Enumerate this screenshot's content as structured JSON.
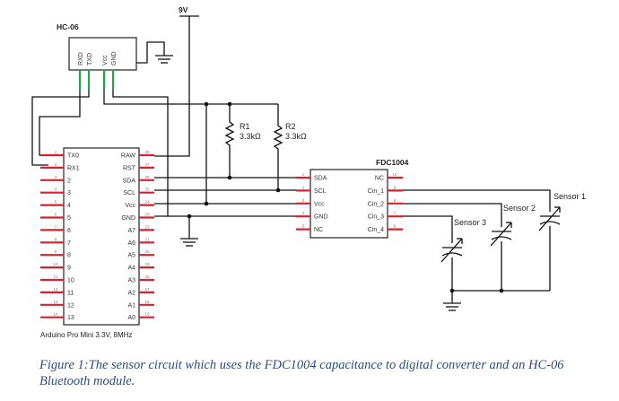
{
  "diagram": {
    "hc06": {
      "title": "HC-06",
      "pins": [
        "RXD",
        "TXD",
        "Vcc",
        "GND"
      ]
    },
    "supply_label": "9V",
    "resistors": [
      {
        "ref": "R1",
        "value": "3.3kΩ"
      },
      {
        "ref": "R2",
        "value": "3.3kΩ"
      }
    ],
    "arduino": {
      "caption": "Arduino Pro Mini 3.3V, 8MHz",
      "left_pins": [
        {
          "label": "TX0",
          "num": "1"
        },
        {
          "label": "RX1",
          "num": "2"
        },
        {
          "label": "2",
          "num": "3"
        },
        {
          "label": "3",
          "num": "4"
        },
        {
          "label": "4",
          "num": "5"
        },
        {
          "label": "5",
          "num": "6"
        },
        {
          "label": "6",
          "num": "7"
        },
        {
          "label": "7",
          "num": "8"
        },
        {
          "label": "8",
          "num": "9"
        },
        {
          "label": "9",
          "num": "10"
        },
        {
          "label": "10",
          "num": "11"
        },
        {
          "label": "11",
          "num": "12"
        },
        {
          "label": "12",
          "num": "13"
        },
        {
          "label": "13",
          "num": "14"
        }
      ],
      "right_pins": [
        {
          "label": "RAW",
          "num": "28"
        },
        {
          "label": "RST",
          "num": "27"
        },
        {
          "label": "SDA",
          "num": "26"
        },
        {
          "label": "SCL",
          "num": "25"
        },
        {
          "label": "Vcc",
          "num": "24"
        },
        {
          "label": "GND",
          "num": "23"
        },
        {
          "label": "A7",
          "num": "22"
        },
        {
          "label": "A6",
          "num": "21"
        },
        {
          "label": "A5",
          "num": "20"
        },
        {
          "label": "A4",
          "num": "19"
        },
        {
          "label": "A3",
          "num": "18"
        },
        {
          "label": "A2",
          "num": "17"
        },
        {
          "label": "A1",
          "num": "16"
        },
        {
          "label": "A0",
          "num": "15"
        }
      ]
    },
    "fdc": {
      "title": "FDC1004",
      "left_pins": [
        {
          "label": "SDA",
          "num": "1"
        },
        {
          "label": "SCL",
          "num": "2"
        },
        {
          "label": "Vcc",
          "num": "3"
        },
        {
          "label": "GND",
          "num": "4"
        },
        {
          "label": "NC",
          "num": "5"
        }
      ],
      "right_pins": [
        {
          "label": "NC",
          "num": "10"
        },
        {
          "label": "Cin_1",
          "num": "9"
        },
        {
          "label": "Cin_2",
          "num": "8"
        },
        {
          "label": "Cin_3",
          "num": "7"
        },
        {
          "label": "Cin_4",
          "num": "6"
        }
      ]
    },
    "sensors": [
      "Sensor 1",
      "Sensor 2",
      "Sensor 3"
    ]
  },
  "caption": "Figure 1:The sensor circuit which uses the FDC1004 capacitance to digital converter and an HC-06 Bluetooth module."
}
